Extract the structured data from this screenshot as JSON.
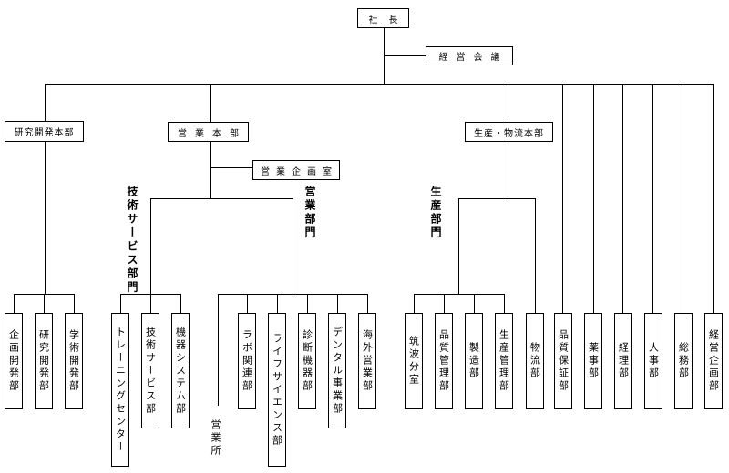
{
  "colors": {
    "line": "#000000",
    "background": "#ffffff",
    "text": "#000000"
  },
  "top": {
    "president": "社長",
    "management_meeting": "経営会議"
  },
  "rnd": {
    "label": "研究開発本部",
    "departments": [
      "企画開発部",
      "研究開発部",
      "学術開発部"
    ]
  },
  "sales": {
    "label": "営業本部",
    "planning_office": "営業企画室",
    "tech_service_group": {
      "label": "技術サービス部門",
      "departments": [
        "トレーニングセンター",
        "技術サービス部",
        "機器システム部"
      ]
    },
    "sales_group": {
      "label": "営業部門",
      "branch": "営業所",
      "departments": [
        "ラボ関連部",
        "ライフサイエンス部",
        "診断機器部",
        "デンタル事業部",
        "海外営業部"
      ]
    }
  },
  "production": {
    "label": "生産・物流本部",
    "production_group": {
      "label": "生産部門",
      "departments": [
        "筑波分室",
        "品質管理部",
        "製造部",
        "生産管理部"
      ]
    },
    "logistics": "物流部"
  },
  "staff_departments": [
    "品質保証部",
    "薬事部",
    "経理部",
    "人事部",
    "総務部",
    "経営企画部"
  ]
}
